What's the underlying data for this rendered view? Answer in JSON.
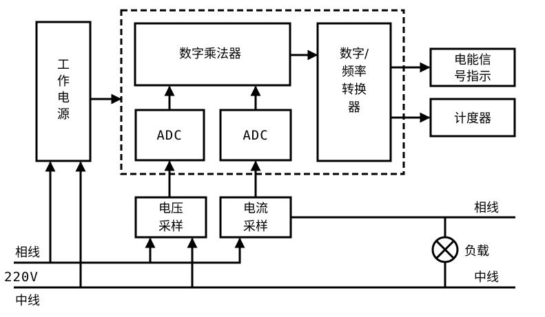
{
  "blocks": {
    "power_supply": [
      "工",
      "作",
      "电",
      "源"
    ],
    "multiplier": "数字乘法器",
    "adc_voltage": "ADC",
    "adc_current": "ADC",
    "converter": [
      "数字/",
      "频率",
      "转换",
      "器"
    ],
    "energy_indicator": [
      "电能信",
      "号指示"
    ],
    "counter": "计度器",
    "voltage_sampling": [
      "电压",
      "采样"
    ],
    "current_sampling": [
      "电流",
      "采样"
    ]
  },
  "lines": {
    "phase_left": "相线",
    "voltage": "220V",
    "neutral_left": "中线",
    "phase_right": "相线",
    "neutral_right": "中线",
    "load": "负载"
  }
}
